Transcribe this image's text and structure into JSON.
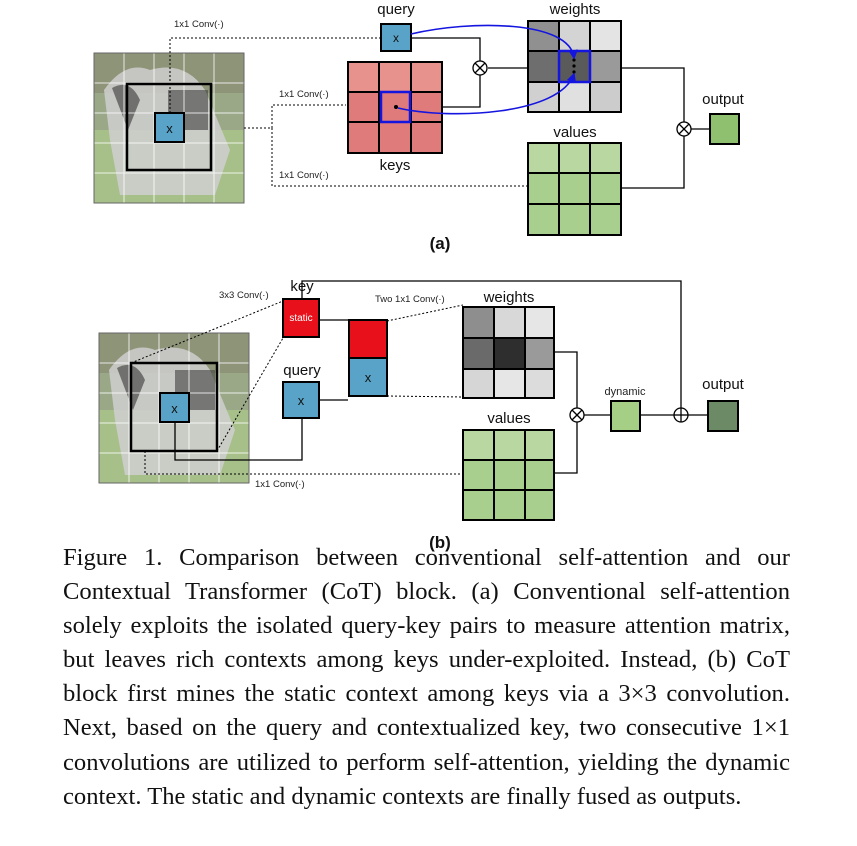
{
  "panel_a": {
    "conv_top": "1x1 Conv(·)",
    "conv_mid": "1x1 Conv(·)",
    "conv_bot": "1x1 Conv(·)",
    "query_label": "query",
    "keys_label": "keys",
    "weights_label": "weights",
    "values_label": "values",
    "output_label": "output",
    "query_cell_text": "x",
    "image_cell_text": "x",
    "panel_label": "(a)"
  },
  "panel_b": {
    "conv_3x3": "3x3 Conv(·)",
    "conv_two": "Two 1x1 Conv(·)",
    "conv_bot": "1x1 Conv(·)",
    "key_label": "key",
    "static_label": "static",
    "query_label": "query",
    "weights_label": "weights",
    "values_label": "values",
    "dynamic_label": "dynamic",
    "output_label": "output",
    "query_cell_text": "x",
    "concat_cell_text": "x",
    "image_cell_text": "x",
    "panel_label": "(b)"
  },
  "caption": "Figure 1. Comparison between conventional self-attention and our Contextual Transformer (CoT) block. (a) Conventional self-attention solely exploits the isolated query-key pairs to measure attention matrix, but leaves rich contexts among keys under-exploited. Instead, (b) CoT block first mines the static context among keys via a 3×3 convolution. Next, based on the query and contextualized key, two consecutive 1×1 convolutions are utilized to perform self-attention, yielding the dynamic context. The static and dynamic contexts are finally fused as outputs.",
  "colors": {
    "query": "#5aa3c8",
    "key": "#e8101a",
    "keys_grid": "#e07b7b",
    "values_grid": "#a9cf8f",
    "output_a": "#8fc070",
    "dynamic": "#a6cf86",
    "output_b": "#6d8a67",
    "attention_line": "#1515e0"
  }
}
